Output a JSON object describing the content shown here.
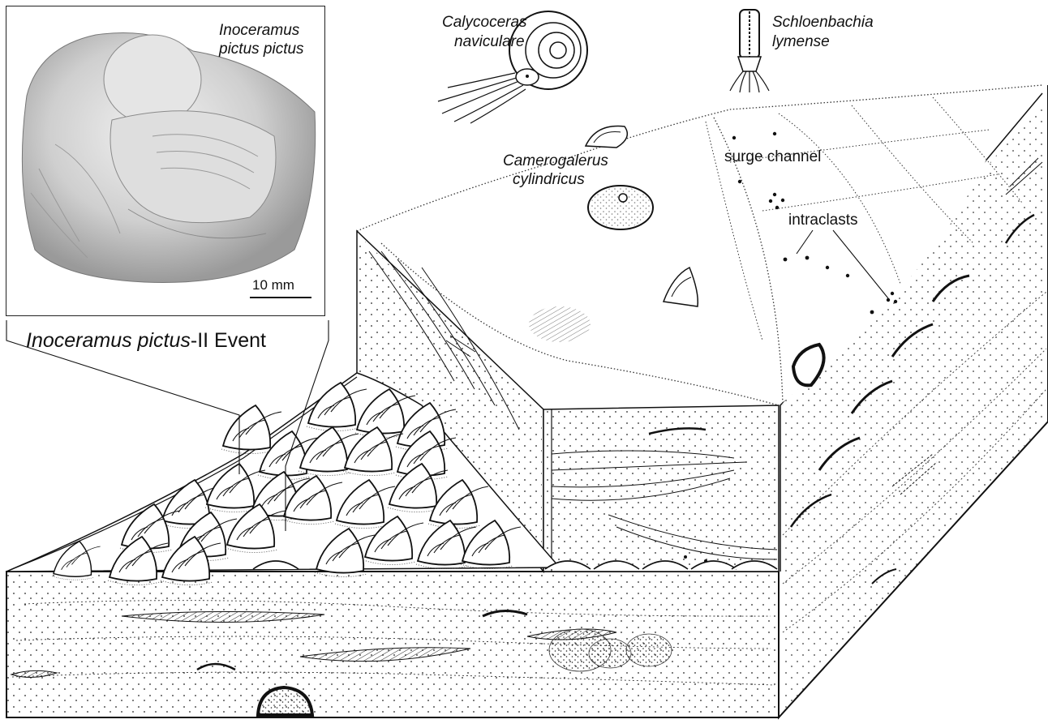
{
  "photo": {
    "species_line1": "Inoceramus",
    "species_line2": "pictus pictus",
    "scale_bar_label": "10 mm"
  },
  "event": {
    "name_italic": "Inoceramus pictus",
    "name_suffix": "-II Event"
  },
  "fossils": {
    "ammonite_line1": "Calycoceras",
    "ammonite_line2": "naviculare",
    "belemnite_line1": "Schloenbachia",
    "belemnite_line2": "lymense",
    "echinoid_line1": "Camerogalerus",
    "echinoid_line2": "cylindricus"
  },
  "features": {
    "channel": "surge channel",
    "clasts": "intraclasts"
  },
  "colors": {
    "ink": "#111111",
    "photo_bg": "#cfcfcf",
    "background": "#ffffff"
  }
}
